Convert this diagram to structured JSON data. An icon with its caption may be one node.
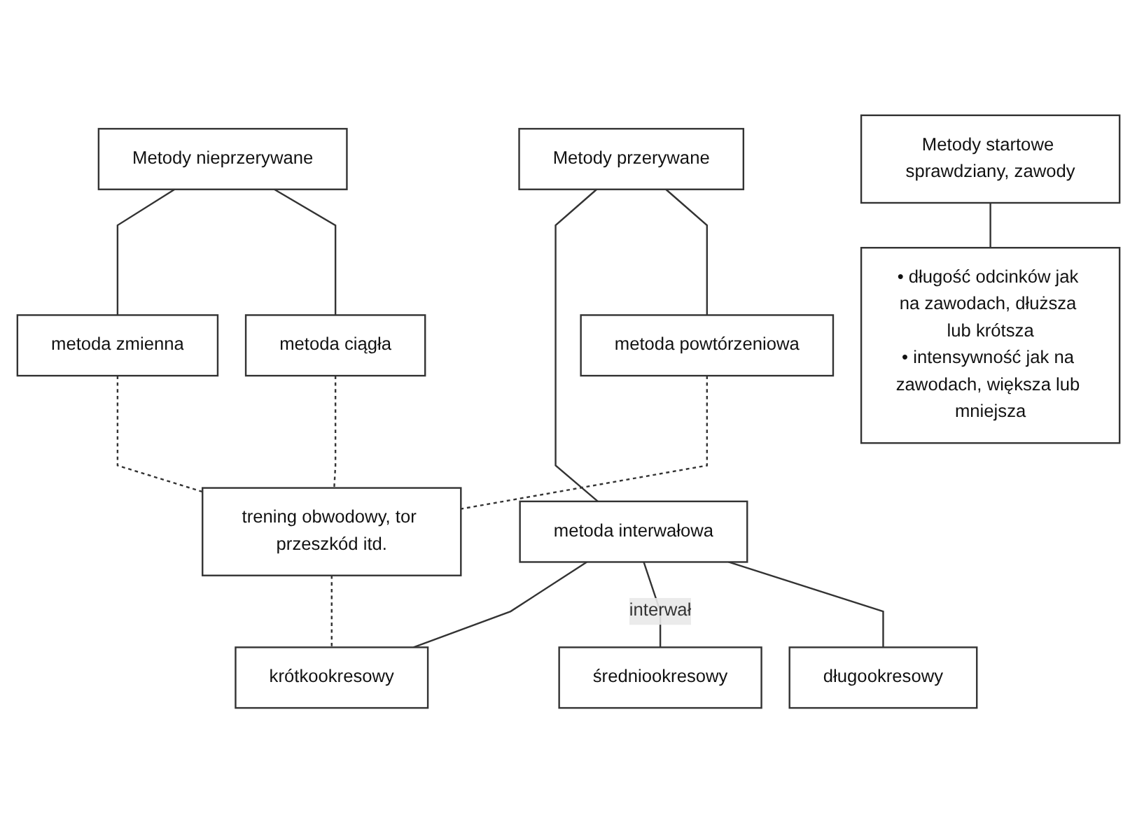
{
  "diagram": {
    "nodes": [
      {
        "text": [
          "Metody nieprzerywane"
        ]
      },
      {
        "text": [
          "Metody przerywane"
        ]
      },
      {
        "text": [
          "Metody startowe sprawdziany, zawody"
        ]
      },
      {
        "text": [
          "metoda ciągła"
        ]
      },
      {
        "text": [
          "metoda zmienna"
        ]
      },
      {
        "text": [
          "metoda powtórzeniowa"
        ]
      },
      {
        "text": [
          "metoda interwałowa"
        ]
      },
      {
        "text": [
          "• długość odcinków jak na zawodach, dłuższa lub krótsza",
          "• intensywność jak na zawodach, większa lub mniejsza"
        ]
      },
      {
        "text": [
          "długookresowy"
        ]
      },
      {
        "text": [
          "średniookresowy"
        ]
      },
      {
        "text": [
          "krótkookresowy"
        ]
      },
      {
        "text": [
          "trening obwodowy, tor przeszkód itd."
        ]
      }
    ],
    "edges": [
      {
        "from": 0,
        "to": 3,
        "arrow": "none"
      },
      {
        "from": 0,
        "to": 4,
        "arrow": "none"
      },
      {
        "from": 1,
        "to": 5,
        "arrow": "none"
      },
      {
        "from": 1,
        "to": 6,
        "arrow": "none"
      },
      {
        "from": 2,
        "to": 7,
        "arrow": "none"
      },
      {
        "from": 6,
        "to": 8,
        "arrow": "none"
      },
      {
        "from": 6,
        "to": 9,
        "arrow": "none",
        "label": "interwał"
      },
      {
        "from": 6,
        "to": 10,
        "arrow": "none"
      },
      {
        "from": 3,
        "to": 11,
        "arrow": "none",
        "style": "dashed"
      },
      {
        "from": 4,
        "to": 11,
        "arrow": "none",
        "style": "dashed"
      },
      {
        "from": 5,
        "to": 11,
        "arrow": "none",
        "style": "dashed"
      },
      {
        "from": 11,
        "to": 10,
        "arrow": "none",
        "style": "dashed"
      }
    ]
  }
}
